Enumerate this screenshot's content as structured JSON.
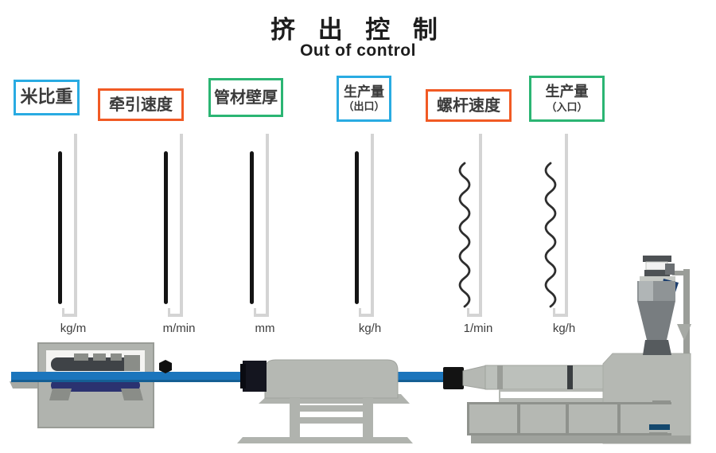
{
  "title": {
    "main": "挤 出 控 制",
    "subtitle": "Out of control"
  },
  "palette": {
    "tag_blue": "#29abe2",
    "tag_orange": "#f15a24",
    "tag_green": "#2bb573",
    "pipe_blue": "#1b75bc",
    "caterpillar_navy": "#2b3270",
    "machine_gray": "#b5b8b3",
    "trace_black": "#141414",
    "axis_gray": "#d4d4d4"
  },
  "tags": [
    {
      "id": "meter-weight",
      "lines": [
        "米比重",
        ""
      ],
      "border": "blue"
    },
    {
      "id": "haul-off-speed",
      "lines": [
        "牵引速度",
        ""
      ],
      "border": "orange"
    },
    {
      "id": "pipe-wall-thickness",
      "lines": [
        "管材壁厚",
        ""
      ],
      "border": "green"
    },
    {
      "id": "output-outlet",
      "lines": [
        "生产量",
        "（出口）"
      ],
      "border": "blue"
    },
    {
      "id": "screw-speed",
      "lines": [
        "螺杆速度",
        ""
      ],
      "border": "orange"
    },
    {
      "id": "output-inlet",
      "lines": [
        "生产量",
        "（入口）"
      ],
      "border": "green"
    }
  ],
  "gauges": [
    {
      "unit": "kg/m",
      "trace": "steady"
    },
    {
      "unit": "m/min",
      "trace": "steady"
    },
    {
      "unit": "mm",
      "trace": "steady"
    },
    {
      "unit": "kg/h",
      "trace": "steady"
    },
    {
      "unit": "1/min",
      "trace": "fluctuating"
    },
    {
      "unit": "kg/h",
      "trace": "fluctuating"
    }
  ]
}
